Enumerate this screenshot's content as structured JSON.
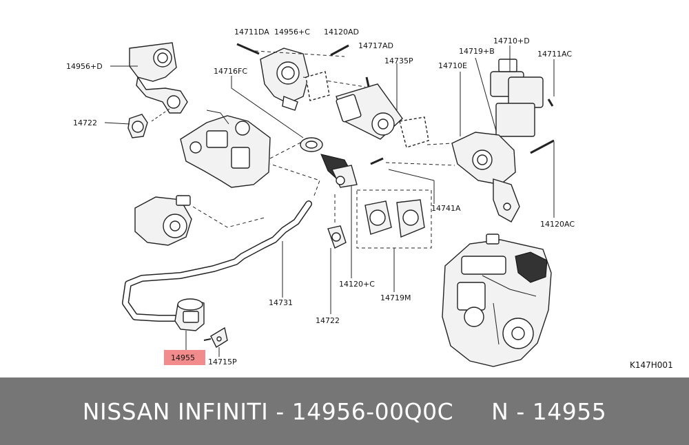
{
  "labels": {
    "l1": "14711DA",
    "l2": "14956+C",
    "l3": "14120AD",
    "l4": "14717AD",
    "l5": "14735P",
    "l6": "14710+D",
    "l7": "14719+B",
    "l8": "14711AC",
    "l9": "14710E",
    "l10": "14956+D",
    "l11": "14716FC",
    "l12": "14722",
    "l13": "14741A",
    "l14": "14120AC",
    "l15": "14731",
    "l16": "14120+C",
    "l17": "14722",
    "l18": "14719M",
    "l19": "14955",
    "l20": "14715P"
  },
  "diagram_code": "K147H001",
  "highlight_color": "#f28b8b",
  "footer": {
    "brand": "NISSAN INFINITI",
    "separator1": " - ",
    "part_number": "14956-00Q0C",
    "gap": "     ",
    "prefix": "N",
    "separator2": " - ",
    "ref": "14955"
  }
}
